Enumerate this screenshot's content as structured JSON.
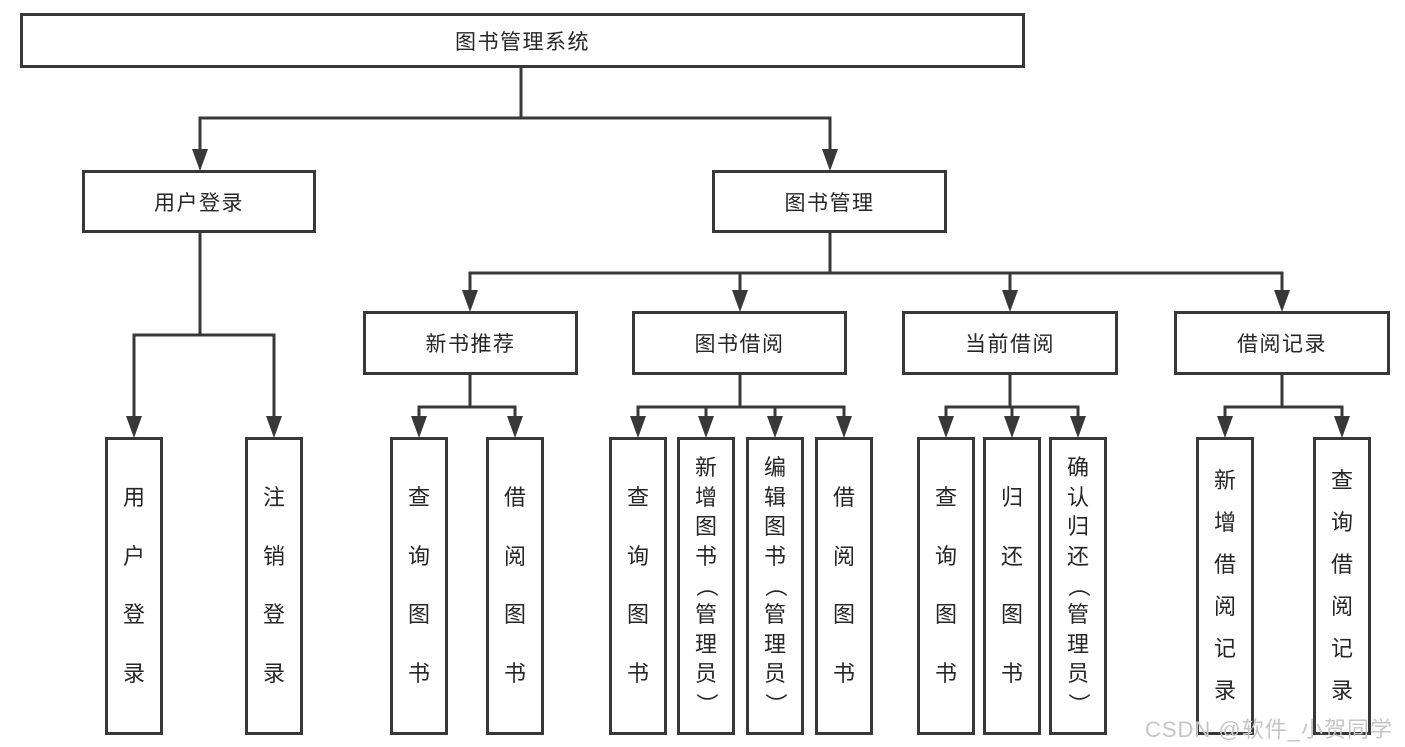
{
  "diagram": {
    "root": {
      "label": "图书管理系统"
    },
    "branches": [
      {
        "label": "用户登录",
        "children": [
          {
            "label": "用户登录"
          },
          {
            "label": "注销登录"
          }
        ]
      },
      {
        "label": "图书管理",
        "groups": [
          {
            "label": "新书推荐",
            "children": [
              {
                "label": "查询图书"
              },
              {
                "label": "借阅图书"
              }
            ]
          },
          {
            "label": "图书借阅",
            "children": [
              {
                "label": "查询图书"
              },
              {
                "label": "新增图书（管理员）"
              },
              {
                "label": "编辑图书（管理员）"
              },
              {
                "label": "借阅图书"
              }
            ]
          },
          {
            "label": "当前借阅",
            "children": [
              {
                "label": "查询图书"
              },
              {
                "label": "归还图书"
              },
              {
                "label": "确认归还（管理员）"
              }
            ]
          },
          {
            "label": "借阅记录",
            "children": [
              {
                "label": "新增借阅记录"
              },
              {
                "label": "查询借阅记录"
              }
            ]
          }
        ]
      }
    ]
  },
  "watermark": {
    "text": "CSDN @软件_小贺同学"
  },
  "colors": {
    "line": "#383838",
    "text": "#262626",
    "watermark": "#c6c6c6",
    "background": "#ffffff"
  }
}
